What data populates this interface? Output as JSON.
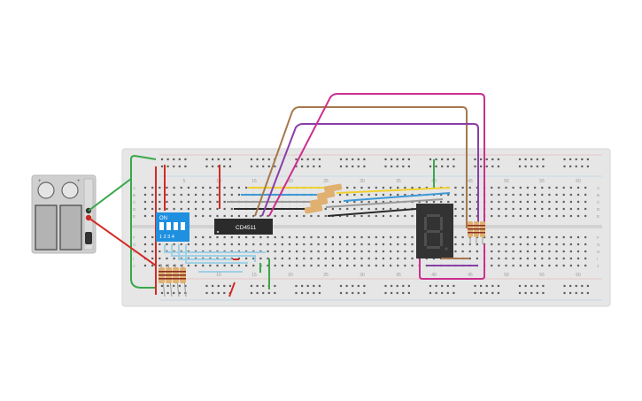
{
  "colors": {
    "background": "#ffffff",
    "breadboard": "#e6e6e6",
    "breadboard_edge": "#d6d6d6",
    "hole": "#5e5e5e",
    "rail_red": "#d0302e",
    "rail_blue": "#5aa0d6",
    "wire_green": "#3aa84a",
    "wire_red": "#d42a24",
    "wire_brown": "#a6784e",
    "wire_purple": "#8a3fa8",
    "wire_magenta": "#cc2f8f",
    "wire_yellow": "#f0d030",
    "wire_blue": "#3c9ad6",
    "wire_gray": "#9a9a9a",
    "wire_black": "#2a2a2a",
    "wire_lightblue": "#9fd0e6",
    "chip": "#2b2b2b",
    "dip_switch": "#1f8fe0",
    "display": "#333333",
    "battery": "#c9c9c9",
    "resistor": "#e0b070"
  },
  "board": {
    "column_numbers_top": [
      "5",
      "10",
      "15",
      "20",
      "25",
      "30",
      "35",
      "40",
      "45",
      "50",
      "55",
      "60"
    ],
    "column_numbers_bottom": [
      "5",
      "10",
      "15",
      "20",
      "25",
      "30",
      "35",
      "40",
      "45",
      "50",
      "55",
      "60"
    ],
    "row_letters_upper": [
      "A",
      "B",
      "C",
      "D",
      "E"
    ],
    "row_letters_lower": [
      "F",
      "G",
      "H",
      "I",
      "J"
    ]
  },
  "battery_pack": {
    "plus_label_left": "+",
    "plus_label_right": "+"
  },
  "dip_switch": {
    "label": "ON",
    "numbers": "1 2 3 4"
  },
  "chip": {
    "label": "CD4511"
  }
}
